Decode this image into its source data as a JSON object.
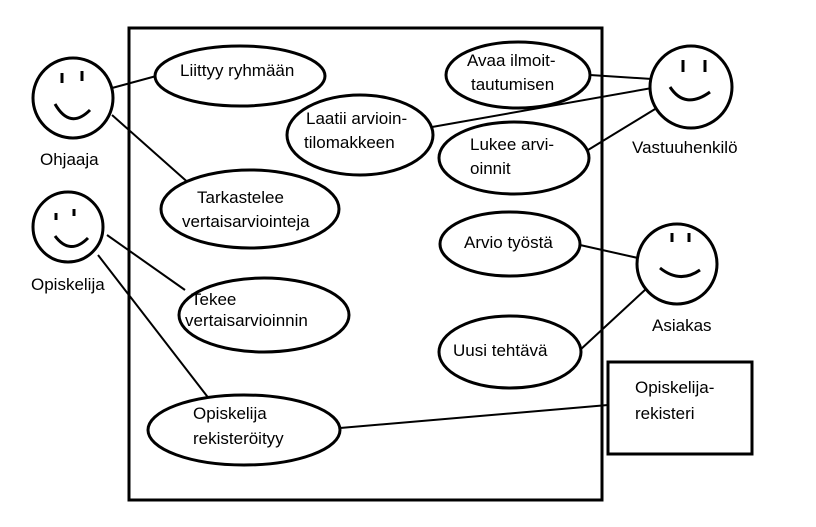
{
  "actors": {
    "ohjaaja": "Ohjaaja",
    "opiskelija": "Opiskelija",
    "vastuuhenkilo": "Vastuuhenkilö",
    "asiakas": "Asiakas"
  },
  "use_cases": {
    "liittyy_ryhmaan": [
      "Liittyy ryhmään"
    ],
    "tarkastelee": [
      "Tarkastelee",
      "vertaisarviointeja"
    ],
    "tekee": [
      "Tekee",
      "vertaisarvioinnin"
    ],
    "rekisteroityy": [
      "Opiskelija",
      "rekisteröityy"
    ],
    "avaa_ilmoittautumisen": [
      "Avaa ilmoit-",
      "tautumisen"
    ],
    "laatii_arviointilomakkeen": [
      "Laatii arvioin-",
      "tilomakkeen"
    ],
    "lukee_arvioinnit": [
      "Lukee arvi-",
      "oinnit"
    ],
    "arvio_tyosta": [
      "Arvio työstä"
    ],
    "uusi_tehtava": [
      "Uusi tehtävä"
    ]
  },
  "external_system": [
    "Opiskelija-",
    "rekisteri"
  ]
}
